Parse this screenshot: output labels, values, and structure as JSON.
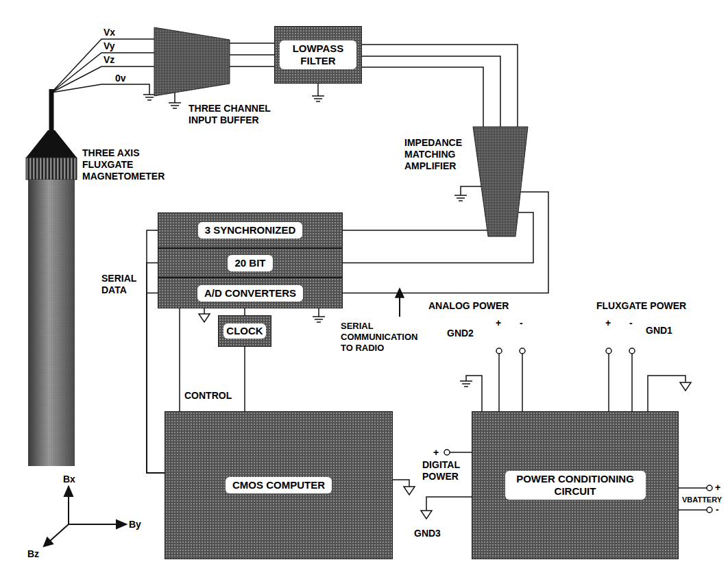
{
  "diagram": {
    "nodes": [
      {
        "text": [
          "THREE AXIS FLUXGATE MAGNETOMETER"
        ]
      },
      {
        "text": [
          "THREE CHANNEL INPUT BUFFER"
        ]
      },
      {
        "text": [
          "LOWPASS FILTER"
        ]
      },
      {
        "text": [
          "IMPEDANCE MATCHING AMPLIFIER"
        ]
      },
      {
        "text": [
          "3 SYNCHRONIZED"
        ]
      },
      {
        "text": [
          "20 BIT"
        ]
      },
      {
        "text": [
          "A/D CONVERTERS"
        ]
      },
      {
        "text": [
          "CLOCK"
        ]
      },
      {
        "text": [
          "CMOS COMPUTER"
        ]
      },
      {
        "text": [
          "POWER CONDITIONING CIRCUIT"
        ]
      }
    ],
    "edges": [
      {
        "from": 0,
        "to": 1,
        "arrow": "none",
        "label": "Vx"
      },
      {
        "from": 0,
        "to": 1,
        "arrow": "none",
        "label": "Vy"
      },
      {
        "from": 0,
        "to": 1,
        "arrow": "none",
        "label": "Vz"
      },
      {
        "from": 1,
        "to": 2,
        "arrow": "none"
      },
      {
        "from": 1,
        "to": 2,
        "arrow": "none"
      },
      {
        "from": 1,
        "to": 2,
        "arrow": "none"
      },
      {
        "from": 2,
        "to": 3,
        "arrow": "none"
      },
      {
        "from": 2,
        "to": 3,
        "arrow": "none"
      },
      {
        "from": 2,
        "to": 3,
        "arrow": "none"
      },
      {
        "from": 3,
        "to": 4,
        "arrow": "none"
      },
      {
        "from": 3,
        "to": 5,
        "arrow": "none"
      },
      {
        "from": 3,
        "to": 6,
        "arrow": "none"
      },
      {
        "from": 4,
        "to": 8,
        "arrow": "none"
      },
      {
        "from": 5,
        "to": 8,
        "arrow": "none"
      },
      {
        "from": 6,
        "to": 8,
        "arrow": "none"
      },
      {
        "from": 6,
        "to": 8,
        "arrow": "none",
        "label": "CONTROL"
      },
      {
        "from": 7,
        "to": 6,
        "arrow": "none"
      },
      {
        "from": 7,
        "to": 8,
        "arrow": "none"
      }
    ],
    "labels": [
      "0v",
      "SERIAL DATA",
      "SERIAL COMMUNICATION TO RADIO",
      "ANALOG POWER",
      "FLUXGATE POWER",
      "+",
      "-",
      "+",
      "-",
      "GND2",
      "GND1",
      "+",
      "DIGITAL POWER",
      "GND3",
      "+",
      "-",
      "VBATTERY",
      "Bx",
      "By",
      "Bz"
    ]
  }
}
